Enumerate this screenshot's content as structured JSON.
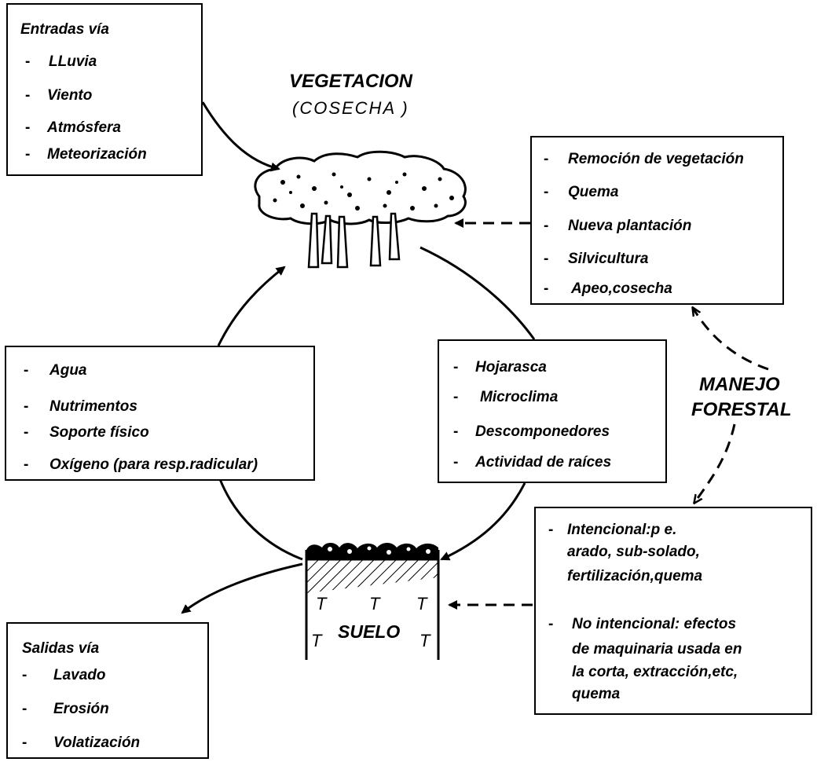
{
  "vegetation": {
    "title": "VEGETACION",
    "subtitle": "(COSECHA )"
  },
  "management": {
    "line1": "MANEJO",
    "line2": "FORESTAL"
  },
  "soil": {
    "label": "SUELO",
    "marker": "T"
  },
  "inputs": {
    "heading": "Entradas vía",
    "items": [
      "LLuvia",
      "Viento",
      "Atmósfera",
      "Meteorización"
    ]
  },
  "vegetation_management": {
    "items": [
      "Remoción de vegetación",
      "Quema",
      "Nueva plantación",
      "Silvicultura",
      "Apeo,cosecha"
    ]
  },
  "soil_to_vegetation": {
    "items": [
      "Agua",
      "Nutrimentos",
      "Soporte físico",
      "Oxígeno (para resp.radicular)"
    ]
  },
  "vegetation_to_soil": {
    "items": [
      "Hojarasca",
      "Microclima",
      "Descomponedores",
      "Actividad de raíces"
    ]
  },
  "soil_management": {
    "intentional": [
      "Intencional:p e.",
      "arado, sub-solado,",
      "fertilización,quema"
    ],
    "unintentional": [
      "No intencional: efectos",
      "de maquinaria usada en",
      "la corta, extracción,etc,",
      "quema"
    ]
  },
  "outputs": {
    "heading": "Salidas vía",
    "items": [
      "Lavado",
      "Erosión",
      "Volatización"
    ]
  }
}
